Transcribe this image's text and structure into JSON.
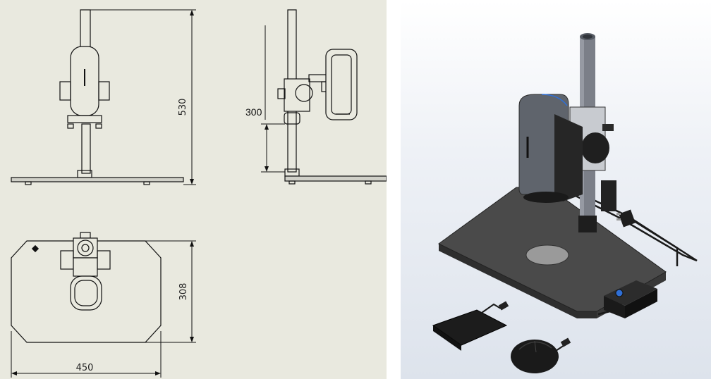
{
  "drawing": {
    "dimensions": {
      "height": "530",
      "depth": "308",
      "width": "450",
      "focus_travel": "300"
    }
  },
  "colors": {
    "drawing_background": "#e9e9df",
    "render_background": "#eef1f6",
    "base_plate": "#4a4a4a",
    "column": "#7b7f88",
    "accent_blue": "#2f6fd6"
  }
}
